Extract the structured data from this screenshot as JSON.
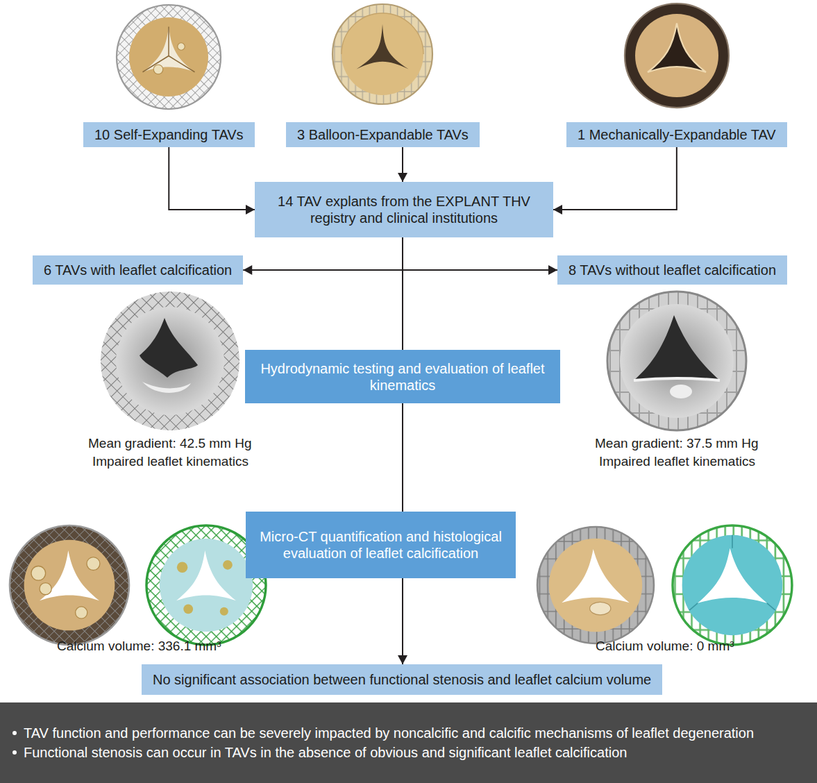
{
  "diagram": {
    "nodes": [
      {
        "text": [
          "10 Self-Expanding TAVs"
        ]
      },
      {
        "text": [
          "3 Balloon-Expandable TAVs"
        ]
      },
      {
        "text": [
          "1 Mechanically-Expandable TAV"
        ]
      },
      {
        "text": [
          "14 TAV explants from the EXPLANT THV registry and clinical institutions"
        ]
      },
      {
        "text": [
          "6 TAVs with leaflet calcification"
        ]
      },
      {
        "text": [
          "8 TAVs without leaflet calcification"
        ]
      },
      {
        "text": [
          "Hydrodynamic testing and evaluation of leaflet kinematics"
        ]
      },
      {
        "text": [
          "Micro-CT quantification and histological evaluation of leaflet calcification"
        ]
      },
      {
        "text": [
          "No significant association between functional stenosis and leaflet calcium volume"
        ]
      },
      {
        "text": [
          "TAV function and performance can be severely impacted by noncalcific and calcific mechanisms of leaflet degeneration",
          "Functional stenosis can occur in TAVs in the absence of obvious and significant leaflet calcification"
        ]
      }
    ],
    "edges": [
      {
        "from": 0,
        "to": 3,
        "arrow": "to"
      },
      {
        "from": 1,
        "to": 3,
        "arrow": "to"
      },
      {
        "from": 2,
        "to": 3,
        "arrow": "to"
      },
      {
        "from": 3,
        "to": 4,
        "arrow": "to"
      },
      {
        "from": 3,
        "to": 5,
        "arrow": "to"
      },
      {
        "from": 3,
        "to": 6,
        "arrow": "none"
      },
      {
        "from": 6,
        "to": 7,
        "arrow": "none"
      },
      {
        "from": 7,
        "to": 8,
        "arrow": "to"
      }
    ],
    "labels": [
      "Mean gradient: 42.5 mm Hg",
      "Impaired leaflet kinematics",
      "Mean gradient: 37.5 mm Hg",
      "Impaired leaflet kinematics",
      "Calcium volume: 336.1 mm³",
      "Calcium volume: 0 mm³"
    ]
  }
}
